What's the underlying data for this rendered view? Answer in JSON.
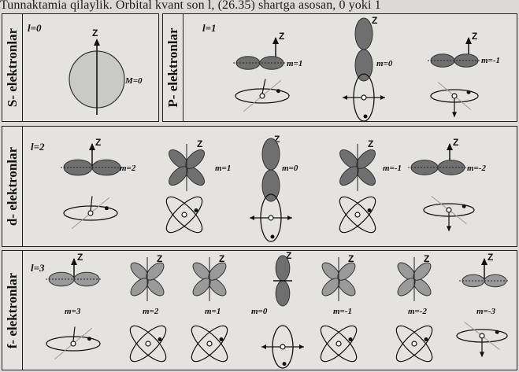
{
  "header_text": "Tunnaktamia qilaylik. Orbital kvant son  l, (26.35) shartga asosan, 0 yoki 1",
  "panels": {
    "s": {
      "title": "S- elektronlar",
      "l_label": "l=0",
      "axis": "Z",
      "m_label": "M=0"
    },
    "p": {
      "title": "P- elektronlar",
      "l_label": "l=1",
      "axis": "Z",
      "m_labels": [
        "m=1",
        "m=0",
        "m=-1"
      ]
    },
    "d": {
      "title": "d- elektronlar",
      "l_label": "l=2",
      "axis": "Z",
      "m_labels": [
        "m=2",
        "m=1",
        "m=0",
        "m=-1",
        "m=-2"
      ]
    },
    "f": {
      "title": "f- elektronlar",
      "l_label": "l=3",
      "axis": "Z",
      "m_labels": [
        "m=3",
        "m=2",
        "m=1",
        "m=0",
        "m=-1",
        "m=-2",
        "m=-3"
      ]
    }
  },
  "colors": {
    "lobe_fill": "#6f6f6f",
    "lobe_light": "#9a9a9a",
    "s_fill": "#c8c8c8",
    "line": "#111111"
  }
}
